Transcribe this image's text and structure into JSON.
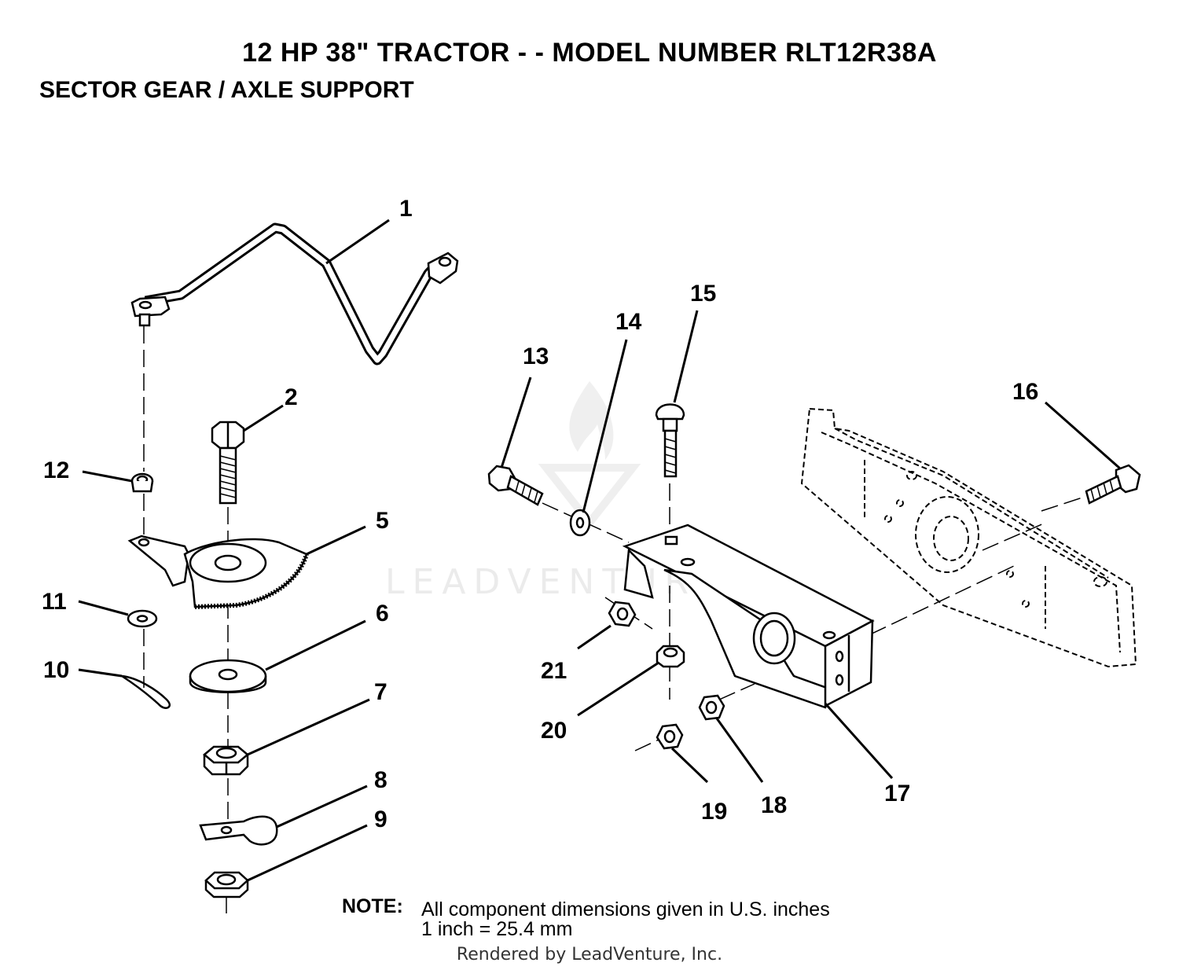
{
  "header": {
    "title": "12 HP 38\" TRACTOR - - MODEL NUMBER RLT12R38A",
    "subtitle": "SECTOR GEAR / AXLE SUPPORT"
  },
  "watermark": {
    "text": "LEADVENTURE"
  },
  "callouts": {
    "c1": "1",
    "c2": "2",
    "c5": "5",
    "c6": "6",
    "c7": "7",
    "c8": "8",
    "c9": "9",
    "c10": "10",
    "c11": "11",
    "c12": "12",
    "c13": "13",
    "c14": "14",
    "c15": "15",
    "c16": "16",
    "c17": "17",
    "c18": "18",
    "c19": "19",
    "c20": "20",
    "c21": "21"
  },
  "note": {
    "label": "NOTE:",
    "line1": "All component dimensions given in U.S. inches",
    "line2": "1 inch = 25.4 mm"
  },
  "footer": {
    "text": "Rendered by LeadVenture, Inc."
  }
}
